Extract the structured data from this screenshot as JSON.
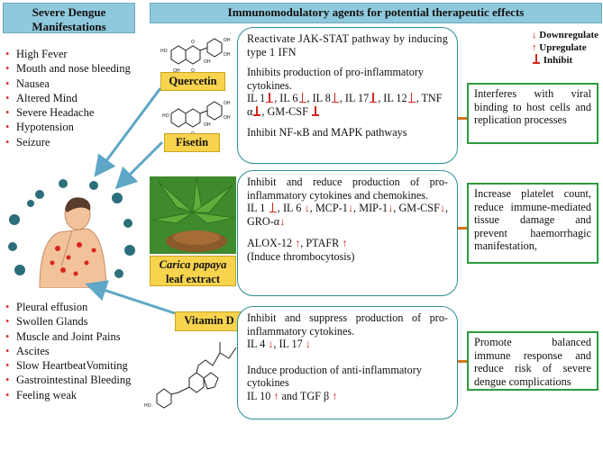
{
  "left_panel": {
    "title": "Severe Dengue Manifestations",
    "top_symptoms": [
      "High Fever",
      "Mouth and nose bleeding",
      "Nausea",
      "Altered Mind",
      "Severe Headache",
      "Hypotension",
      "Seizure"
    ],
    "bottom_symptoms": [
      "Pleural effusion",
      "Swollen Glands",
      "Muscle and Joint Pains",
      "Ascites",
      "Slow HeartbeatVomiting",
      "Gastrointestinal Bleeding",
      "Feeling weak"
    ]
  },
  "header": {
    "title": "Immunomodulatory agents for potential therapeutic effects"
  },
  "legend": {
    "downregulate_symbol": "↓",
    "downregulate": "Downregulate",
    "upregulate_symbol": "↑",
    "upregulate": "Upregulate",
    "inhibit": "Inhibit"
  },
  "agents": {
    "quercetin": "Quercetin",
    "fisetin": "Fisetin",
    "carica_line1": "Carica papaya",
    "carica_line2": "leaf extract",
    "vitamin_d": "Vitamin D"
  },
  "mechanisms": {
    "box1": {
      "p1": "Reactivate JAK-STAT pathway by inducing type 1 IFN",
      "p2": "Inhibits production of pro-inflammatory cytokines.",
      "c1": "IL 1",
      "c2": "IL 6",
      "c3": "IL 8",
      "c4": "IL 17",
      "c5": "IL 12",
      "c6": "TNF α",
      "c7": "GM-CSF",
      "p3": "Inhibit NF-κB and MAPK pathways"
    },
    "box2": {
      "p1": "Inhibit and reduce production of pro-inflammatory cytokines and chemokines.",
      "c1": "IL 1",
      "c2": "IL 6",
      "c3": "MCP-1",
      "c4": "MIP-1",
      "c5": "GM-CSF",
      "c6": "GRO-α",
      "alox": "ALOX-12",
      "ptafr": "PTAFR",
      "p3": "(Induce thrombocytosis)"
    },
    "box3": {
      "p1": "Inhibit and suppress production of pro-inflammatory cytokines.",
      "c1": "IL 4",
      "c2": "IL 17",
      "p2": "Induce production of anti-inflammatory cytokines",
      "c3": "IL 10",
      "and": "and",
      "c4": "TGF β"
    }
  },
  "effects": {
    "e1": "Interferes with viral binding to host cells and replication processes",
    "e2": "Increase platelet count, reduce immune-mediated tissue damage and prevent haemorrhagic manifestation,",
    "e3": "Promote balanced immune response and reduce risk of severe dengue complications"
  },
  "icons": [
    "quercetin-structure",
    "fisetin-structure",
    "papaya-leaf-image",
    "vitamin-d-structure",
    "patient-figure",
    "symptom-icons"
  ],
  "colors": {
    "header_bg": "#8fc9dd",
    "agent_bg": "#f7d34e",
    "mech_border": "#2e8f94",
    "effect_border": "#2f9a3f",
    "connector": "#d7761f",
    "arrow": "#5ea7c6",
    "symbol_red": "#d2271c"
  }
}
